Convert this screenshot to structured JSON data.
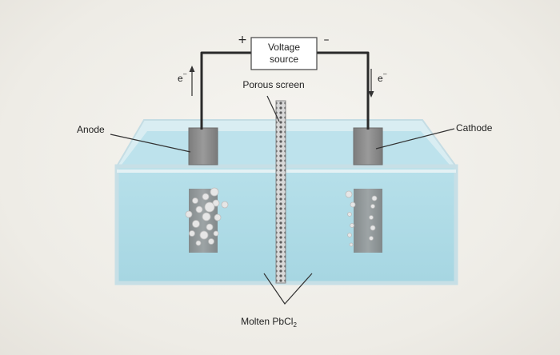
{
  "power": {
    "label_line1": "Voltage",
    "label_line2": "source",
    "positive_sign": "+",
    "negative_sign": "–"
  },
  "electron_flow": {
    "left_symbol": "e",
    "left_superscript": "–",
    "right_symbol": "e",
    "right_superscript": "–"
  },
  "labels": {
    "porous_screen": "Porous screen",
    "anode": "Anode",
    "cathode": "Cathode",
    "electrolyte_prefix": "Molten PbCl",
    "electrolyte_subscript": "2"
  },
  "colors": {
    "liquid": "#aedbe6",
    "tank_glass": "#cfe8ee",
    "electrode": "#8c8c8c",
    "wire": "#2a2a2a"
  }
}
